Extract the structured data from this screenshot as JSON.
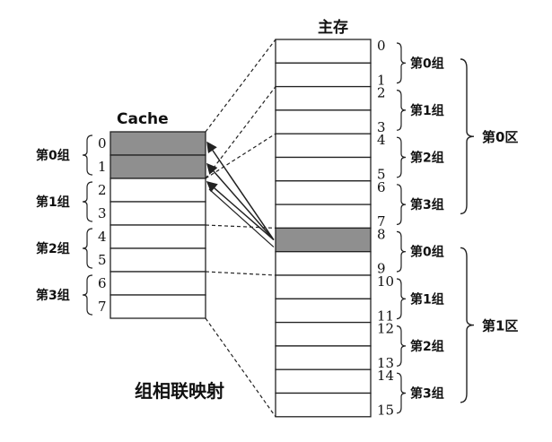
{
  "main_memory": {
    "title": "主存",
    "block_indices": [
      "0",
      "1",
      "2",
      "3",
      "4",
      "5",
      "6",
      "7",
      "8",
      "9",
      "10",
      "11",
      "12",
      "13",
      "14",
      "15"
    ],
    "highlighted_block": 8,
    "group_labels": [
      "第0组",
      "第1组",
      "第2组",
      "第3组",
      "第0组",
      "第1组",
      "第2组",
      "第3组"
    ],
    "area_labels": [
      "第0区",
      "第1区"
    ]
  },
  "cache": {
    "title": "Cache",
    "line_indices": [
      "0",
      "1",
      "2",
      "3",
      "4",
      "5",
      "6",
      "7"
    ],
    "highlighted_lines": [
      0,
      1
    ],
    "group_labels": [
      "第0组",
      "第1组",
      "第2组",
      "第3组"
    ]
  },
  "caption": "组相联映射",
  "colors": {
    "highlight": "#8f8f8f",
    "line": "#222222",
    "background": "#ffffff"
  }
}
